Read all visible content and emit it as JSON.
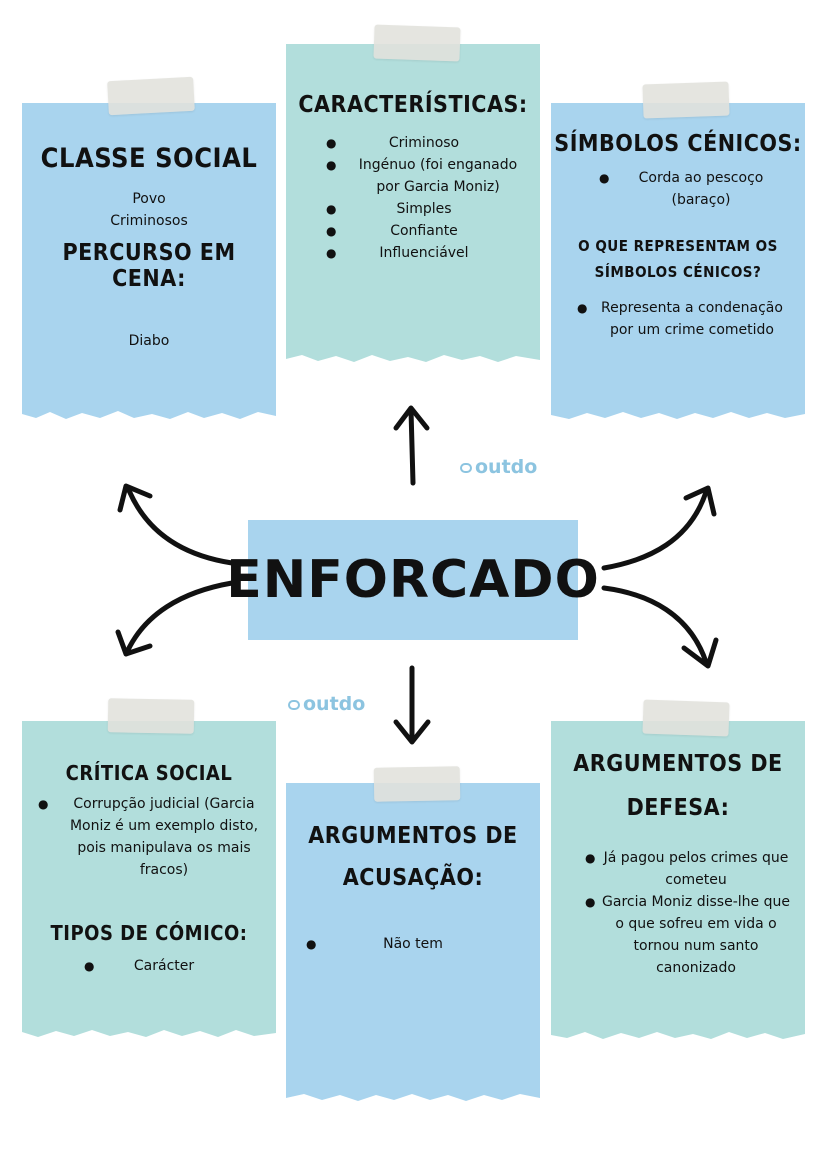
{
  "center": {
    "title": "ENFORCADO"
  },
  "watermarks": [
    "outdo",
    "outdo"
  ],
  "cards": {
    "classe_social": {
      "title": "CLASSE SOCIAL",
      "lines": [
        "Povo",
        "Criminosos"
      ],
      "percurso_title": "PERCURSO EM CENA:",
      "percurso_text": "Diabo"
    },
    "caracteristicas": {
      "title": "CARACTERÍSTICAS:",
      "items": [
        "Criminoso",
        "Ingénuo (foi enganado por Garcia Moniz)",
        "Simples",
        "Confiante",
        "Influenciável"
      ]
    },
    "simbolos": {
      "title": "SÍMBOLOS CÉNICOS:",
      "item": "Corda ao pescoço (baraço)",
      "question": "O QUE REPRESENTAM OS SÍMBOLOS CÉNICOS?",
      "answer": "Representa a condenação por um crime cometido"
    },
    "critica": {
      "title": "CRÍTICA SOCIAL",
      "item": "Corrupção judicial (Garcia Moniz é um exemplo disto, pois manipulava os mais fracos)",
      "comico_title": "TIPOS DE CÓMICO:",
      "comico_item": "Carácter"
    },
    "acusacao": {
      "title_line1": "ARGUMENTOS DE",
      "title_line2": "ACUSAÇÃO:",
      "item": "Não tem"
    },
    "defesa": {
      "title_line1": "ARGUMENTOS DE",
      "title_line2": "DEFESA:",
      "items": [
        "Já pagou pelos crimes que cometeu",
        "Garcia Moniz disse-lhe que o que sofreu em vida o tornou num santo canonizado"
      ]
    }
  },
  "colors": {
    "blue": "#a9d4ee",
    "teal": "#b2dedc",
    "tape": "#e1e1dc",
    "logo": "#8cc4e0"
  }
}
